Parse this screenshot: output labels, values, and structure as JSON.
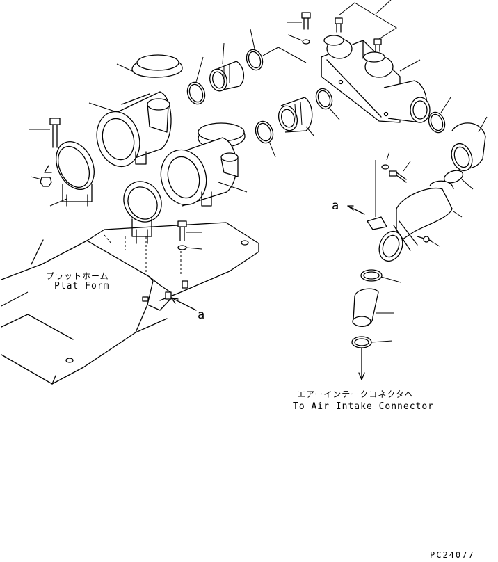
{
  "labels": {
    "platform_jp": "プラットホーム",
    "platform_en": "Plat Form",
    "callout_a": "a",
    "destination_jp": "エアーインテークコネクタへ",
    "destination_en": "To Air Intake Connector",
    "drawing_code": "PC24077"
  }
}
